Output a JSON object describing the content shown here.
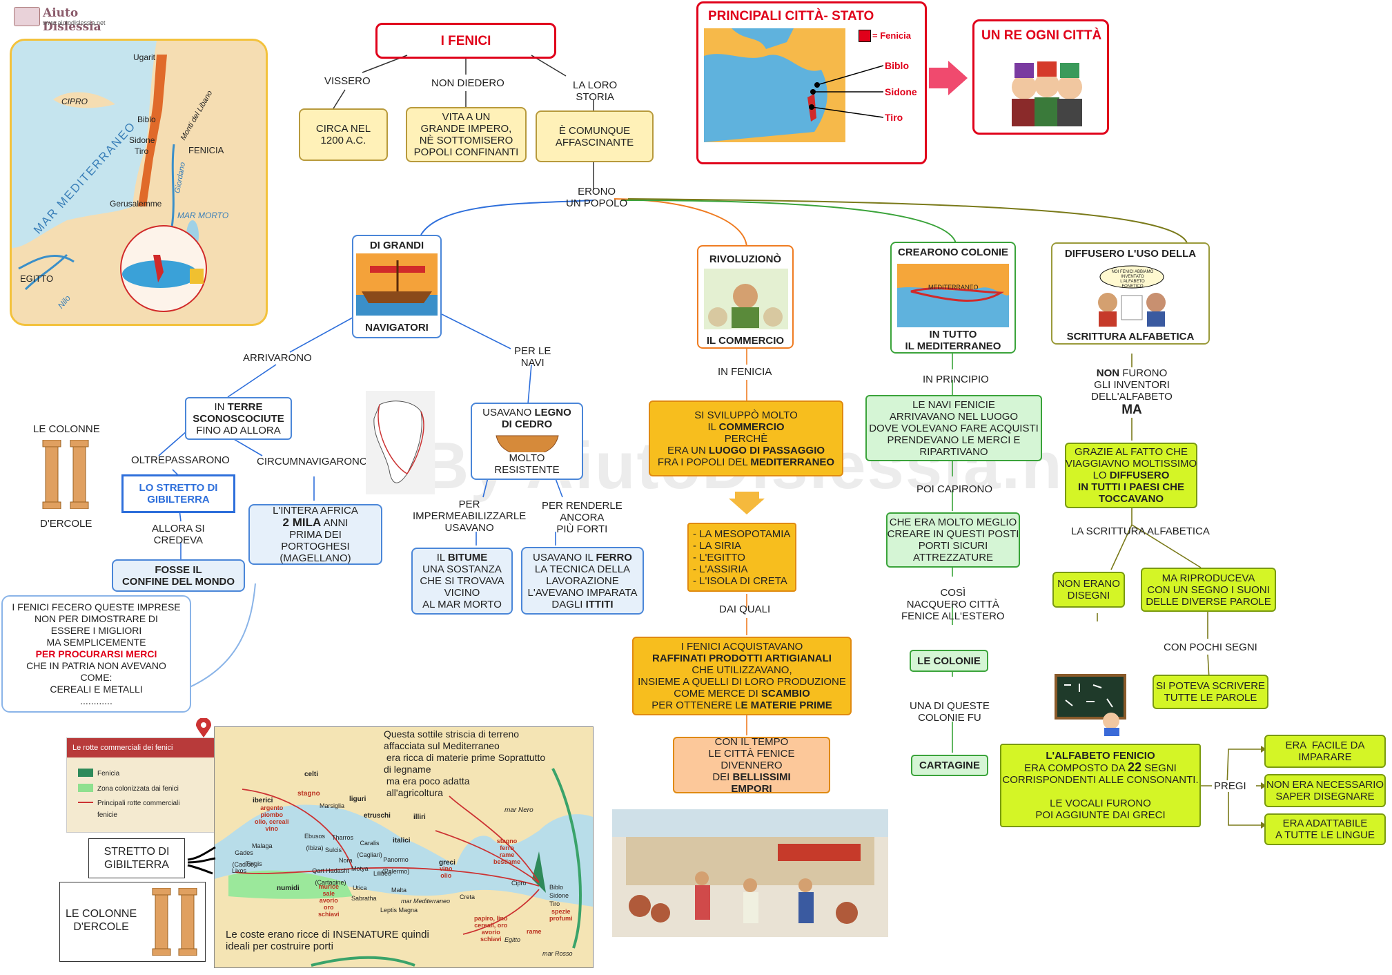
{
  "header": {
    "brand": "Aiuto Dislessia",
    "url": "www.aiutodislessia.net"
  },
  "watermark": "By AiutoDislessia.net",
  "top_map": {
    "labels": [
      "Ugarit",
      "CIPRO",
      "MAR MEDITERRANEO",
      "Biblo",
      "Sidone",
      "Tiro",
      "Monti del Libano",
      "FENICIA",
      "Giordano",
      "Gerusalemme",
      "MAR MORTO",
      "EGITTO",
      "Nilo"
    ]
  },
  "title": "I FENICI",
  "branch_labels": {
    "vissero": "VISSERO",
    "non_diedero": "NON DIEDERO",
    "loro_storia": "LA LORO\nSTORIA"
  },
  "boxes_top": {
    "circa": "CIRCA NEL\n1200 A.C.",
    "vita": "VITA A UN\nGRANDE IMPERO,\nNÈ SOTTOMISERO\nPOPOLI CONFINANTI",
    "comunque": "È COMUNQUE\nAFFASCINANTE"
  },
  "city_states": {
    "title": "PRINCIPALI CITTÀ- STATO",
    "legend": "= Fenicia",
    "cities": [
      "Biblo",
      "Sidone",
      "Tiro"
    ]
  },
  "un_re": {
    "title": "UN RE OGNI CITTÀ"
  },
  "erono": "ERONO\nUN POPOLO",
  "navigatori": {
    "top": "DI GRANDI",
    "bottom": "NAVIGATORI"
  },
  "rivoluziono": {
    "top": "RIVOLUZIONÒ",
    "bottom": "IL COMMERCIO"
  },
  "colonie": {
    "top": "CREARONO COLONIE",
    "map_label": "MEDITERRANEO",
    "bottom1": "IN TUTTO",
    "bottom2": "IL MEDITERRANEO"
  },
  "scrittura": {
    "top": "DIFFUSERO L'USO DELLA",
    "bubble": "NOI FENICI ABBIAMO INVENTATO L'ALFABETO FONETICO",
    "bottom": "SCRITTURA ALFABETICA"
  },
  "nav_branch": {
    "arrivarono": "ARRIVARONO",
    "per_le_navi": "PER LE\nNAVI",
    "terre": {
      "pre": "IN ",
      "bold": "TERRE\nSCONOSCOCIUTE",
      "post": "\nFINO AD ALLORA"
    },
    "oltrepassarono": "OLTREPASSARONO",
    "circumnavigarono": "CIRCUMNAVIGARONO",
    "gibilterra": "LO STRETTO DI\nGIBILTERRA",
    "allora": "ALLORA SI\nCREDEVA",
    "fosse": "FOSSE IL\nCONFINE DEL MONDO",
    "africa": {
      "l1": "L'INTERA AFRICA",
      "l2b": "2 MILA",
      "l2": " ANNI",
      "l3": "PRIMA DEI PORTOGHESI",
      "l4": "(MAGELLANO)"
    },
    "colonne_top": "LE COLONNE",
    "colonne_bottom": "D'ERCOLE",
    "legno": {
      "pre": "USAVANO ",
      "bold": "LEGNO\nDI CEDRO"
    },
    "resistente": "MOLTO RESISTENTE",
    "impermeabilizzare": "PER\nIMPERMEABILIZZARLE\nUSAVANO",
    "rendere": "PER RENDERLE\nANCORA\nPIÙ FORTI",
    "bitume": {
      "pre": "IL ",
      "bold": "BITUME",
      "post": "\nUNA SOSTANZA\nCHE SI TROVAVA\nVICINO\nAL MAR MORTO"
    },
    "ferro": {
      "pre": "USAVANO IL ",
      "bold": "FERRO",
      "mid": "\nLA TECNICA DELLA\nLAVORAZIONE\nL'AVEVANO IMPARATA\nDAGLI ",
      "bold2": "ITTITI"
    }
  },
  "imprese": {
    "text1": "I FENICI FECERO QUESTE IMPRESE\nNON PER DIMOSTRARE DI\nESSERE I MIGLIORI\nMA SEMPLICEMENTE",
    "red": "PER PROCURARSI MERCI",
    "text2": "CHE IN PATRIA NON AVEVANO\nCOME:\nCEREALI E METALLI\n............"
  },
  "comm_branch": {
    "in_fenicia": "IN FENICIA",
    "sviluppo": {
      "l1": "SI SVILUPPÒ MOLTO",
      "l2pre": "IL ",
      "l2b": "COMMERCIO",
      "l3": "PERCHÈ",
      "l4pre": "ERA UN ",
      "l4b": "LUOGO DI PASSAGGIO",
      "l5pre": "FRA I POPOLI DEL ",
      "l5b": "MEDITERRANEO"
    },
    "popoli": [
      "- LA MESOPOTAMIA",
      "- LA SIRIA",
      "- L'EGITTO",
      "- L'ASSIRIA",
      "- L'ISOLA DI CRETA"
    ],
    "dai_quali": "DAI QUALI",
    "acquistavano": {
      "l1": "I FENICI ACQUISTAVANO",
      "l2b": "RAFFINATI PRODOTTI ARTIGIANALI",
      "l3": "CHE UTILIZZAVANO,",
      "l4": "INSIEME A QUELLI DI LORO PRODUZIONE",
      "l5pre": "COME MERCE DI ",
      "l5b": "SCAMBIO",
      "l6pre": "PER OTTENERE L",
      "l6b": "E MATERIE PRIME"
    },
    "tempo": {
      "l1": "CON IL TEMPO",
      "l2": "LE CITTÀ FENICE DIVENNERO",
      "l3pre": "DEI ",
      "l3b": "BELLISSIMI",
      "l4b": "EMPORI"
    }
  },
  "col_branch": {
    "in_principio": "IN PRINCIPIO",
    "navi": "LE NAVI FENICIE\nARRIVAVANO NEL LUOGO\nDOVE VOLEVANO FARE ACQUISTI\nPRENDEVANO LE MERCI E\nRIPARTIVANO",
    "capirono": "POI CAPIRONO",
    "meglio": "CHE ERA MOLTO MEGLIO\nCREARE IN QUESTI POSTI\nPORTI SICURI\nATTREZZATURE",
    "cosi": "COSÌ\nNACQUERO CITTÀ\nFENICE ALL'ESTERO",
    "le_colonie": "LE COLONIE",
    "una": "UNA DI QUESTE\nCOLONIE FU",
    "cartagine": "CARTAGINE"
  },
  "scr_branch": {
    "non_furono": {
      "b": "NON",
      "t": " FURONO\nGLI INVENTORI\nDELL'ALFABETO",
      "ma": "MA"
    },
    "grazie": {
      "t1": "GRAZIE AL FATTO CHE\nVIAGGIAVNO MOLTISSIMO\nLO ",
      "b1": "DIFFUSERO",
      "b2": "IN TUTTI I PAESI CHE\nTOCCAVANO"
    },
    "scrittura_alf": "LA SCRITTURA ALFABETICA",
    "non_erano": "NON ERANO\nDISEGNI",
    "riproduceva": "MA RIPRODUCEVA\nCON UN SEGNO I SUONI\nDELLE DIVERSE PAROLE",
    "pochi": "CON POCHI SEGNI",
    "poteva": "SI POTEVA SCRIVERE\nTUTTE LE PAROLE",
    "alfabeto": {
      "b1": "L'ALFABETO FENICIO",
      "t1": "ERA COMPOSTO DA ",
      "b22": "22",
      "t2": " SEGNI\nCORRISPONDENTI ALLE CONSONANTI.\n\nLE VOCALI FURONO\nPOI AGGIUNTE DAI GRECI"
    },
    "pregi": "PREGI",
    "pregi_list": [
      "ERA  FACILE DA\nIMPARARE",
      "NON ERA NECESSARIO\nSAPER DISEGNARE",
      "ERA ADATTABILE\nA TUTTE LE LINGUE"
    ]
  },
  "routes_map": {
    "header": "Le rotte commerciali dei fenici",
    "legend": [
      "Fenicia",
      "Zona colonizzata dai fenici",
      "Principali rotte commerciali fenicie"
    ],
    "note1": "Questa sottile striscia di terreno\naffacciata sul Mediterraneo\n era ricca di materie prime Soprattutto\ndi legname\n ma era poco adatta\n all'agricoltura",
    "note2": "Le coste erano ricce di INSENATURE quindi\nideali per costruire porti",
    "places": [
      "celti",
      "iberici",
      "stagno",
      "liguri",
      "etruschi",
      "Marsiglia",
      "illiri",
      "mar Nero",
      "Gades (Cadice)",
      "Malaga",
      "Ebusos (Ibiza)",
      "Tharros",
      "Sulcis",
      "Caralis (Cagliari)",
      "Nora",
      "italici",
      "Panormo (Palermo)",
      "Lilibeo",
      "greci",
      "Tingis",
      "Lixos",
      "Qart Hadasht (Cartagine)",
      "Motya",
      "Utica",
      "Malta",
      "mar Mediterraneo",
      "Creta",
      "Cipro",
      "Biblo",
      "Sidone",
      "Tiro",
      "numidi",
      "Sabratha",
      "Leptis Magna",
      "Egitto",
      "mar Rosso"
    ],
    "goods": [
      "argento\npiombo\nolio, cereali\nvino",
      "murice\nsale\navorio\noro\nschiavi",
      "stagno\nferro\nrame\nbestiame",
      "vino\nolio",
      "papiro, lino\ncereali, oro\navorio\nschiavi",
      "spezie\nprofumi",
      "rame"
    ],
    "stretto": "STRETTO DI\nGIBILTERRA",
    "colonne": "LE COLONNE\nD'ERCOLE"
  }
}
